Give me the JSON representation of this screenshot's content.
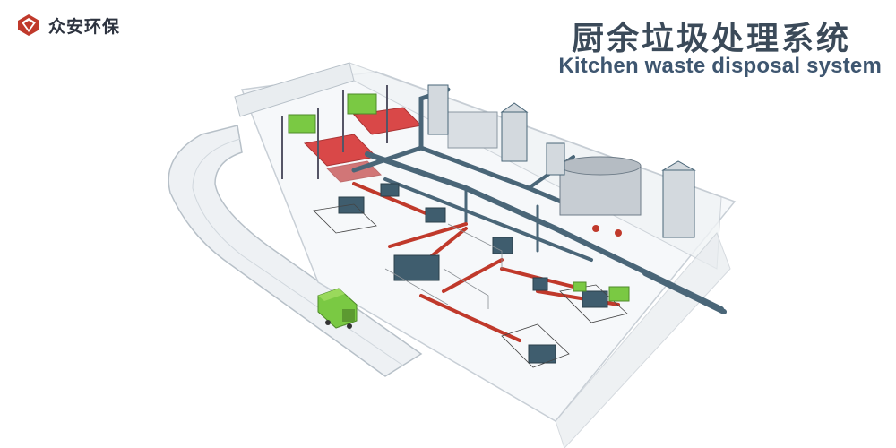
{
  "brand": {
    "name": "众安环保",
    "logo_icon": "diamond-logo-icon",
    "logo_color": "#c0392b"
  },
  "title": {
    "zh": "厨余垃圾处理系统",
    "en": "Kitchen waste disposal system"
  },
  "colors": {
    "title": "#3b4a59",
    "equipment_red": "#c0392b",
    "pipe": "#4a6678",
    "truck": "#7ac943"
  }
}
